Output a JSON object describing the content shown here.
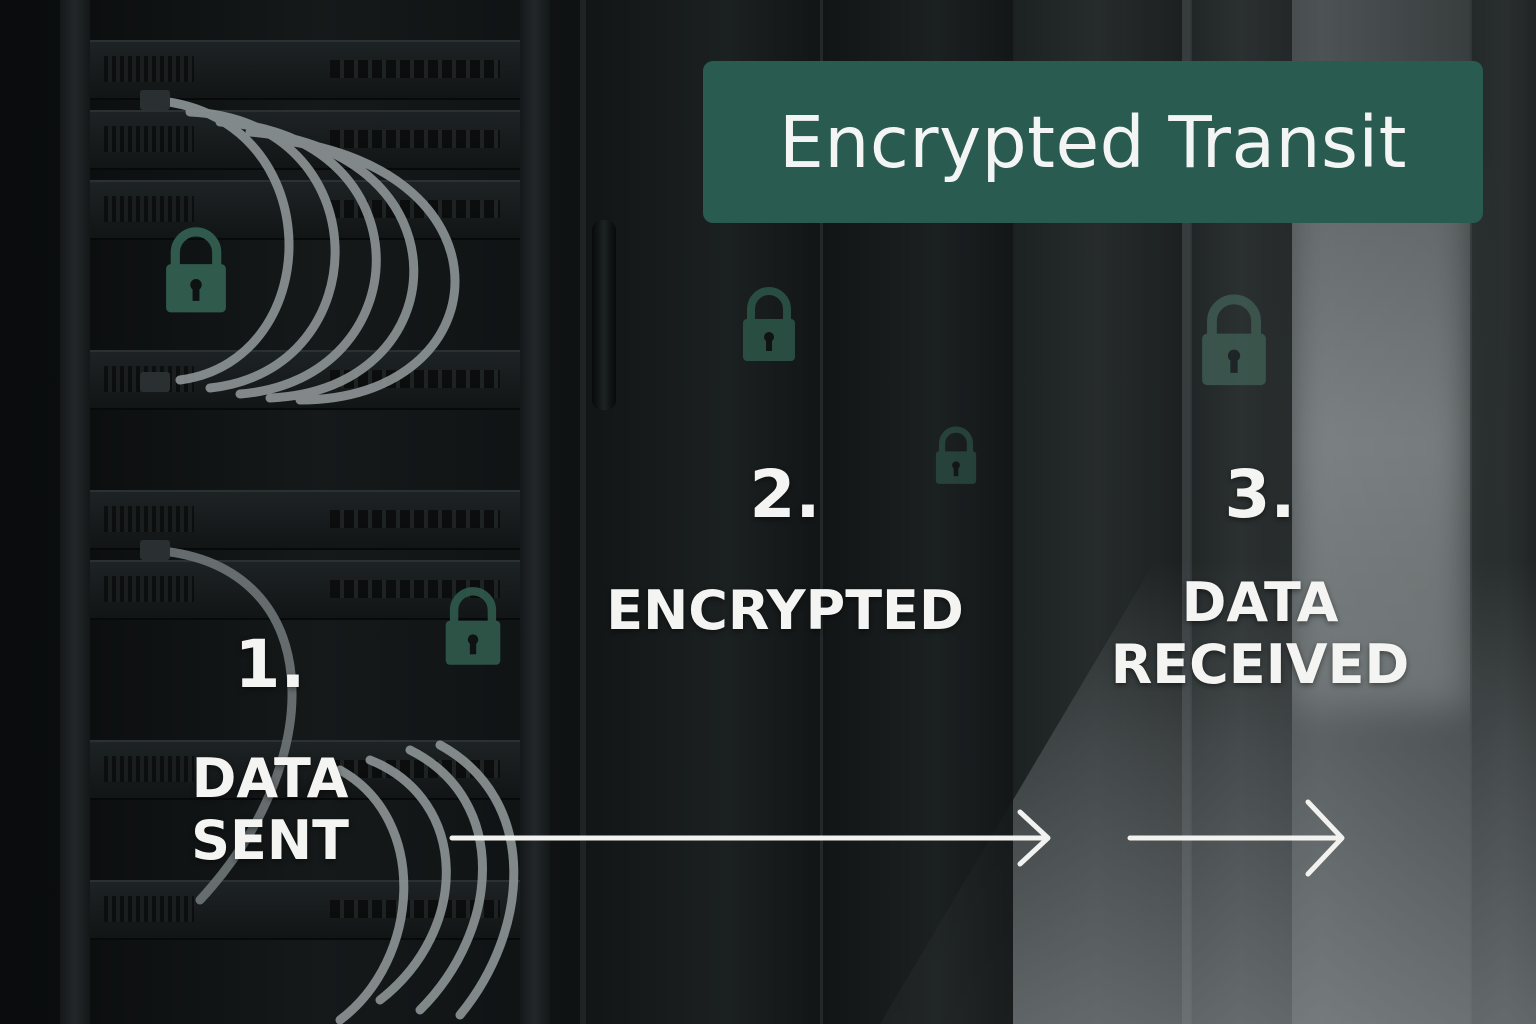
{
  "title": "Encrypted Transit",
  "steps": [
    {
      "number": "1.",
      "label_lines": [
        "DATA",
        "SENT"
      ]
    },
    {
      "number": "2.",
      "label_lines": [
        "ENCRYPTED"
      ]
    },
    {
      "number": "3.",
      "label_lines": [
        "DATA",
        "RECEIVED"
      ]
    }
  ],
  "colors": {
    "title_background": "#295b51",
    "text": "#f4f4f2",
    "arrow": "#f2f2f0",
    "lock_icon": "#2f5a4c"
  },
  "icons": [
    "padlock-icon",
    "arrow-right-icon"
  ]
}
